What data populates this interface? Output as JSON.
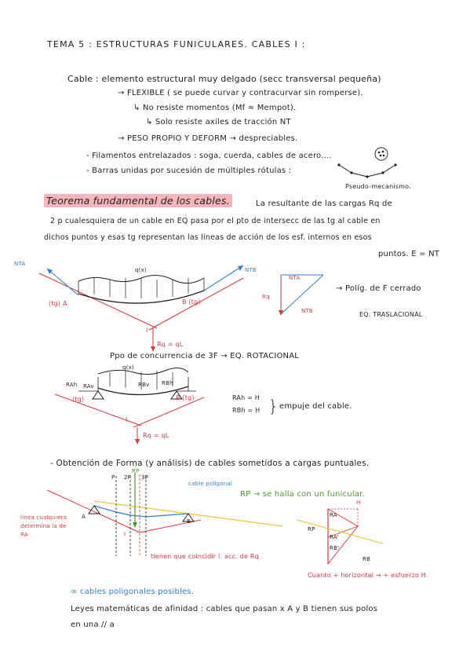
{
  "title": "TEMA 5 : ESTRUCTURAS FUNICULARES. CABLES I :",
  "cable": {
    "line1": "Cable : elemento estructural muy delgado (secc transversal pequeña)",
    "line2": "→ FLEXIBLE ( se puede curvar y contracurvar sin romperse).",
    "line3": "↳ No resiste momentos (Mf ≈ Mempot).",
    "line4": "↳ Solo resiste axiles de tracción NT",
    "line5": "→ PESO PROPIO Y DEFORM → despreciables.",
    "line6": "- Filamentos entrelazados : soga, cuerda, cables de acero....",
    "line7": "- Barras unidas por sucesión de múltiples rótulas :",
    "mechanism": "Pseudo-mecanismo."
  },
  "theorem": {
    "heading": "Teorema fundamental de los cables.",
    "line1": "La resultante de las cargas Rq de",
    "line2": "2 p cualesquiera de un cable en EQ pasa por el pto de intersecc de las tg al cable en",
    "line3": "dichos puntos y esas tg representan las líneas de acción de los esf. internos en esos",
    "line4": "puntos. E = NT"
  },
  "fig1": {
    "nta": "NTA",
    "ntb": "NTB",
    "load": "q(x)",
    "a": "(tg) A",
    "b": "B (tg)",
    "i": "I",
    "rq": "Rq = qL",
    "tri_nta": "NTA",
    "tri_rq": "Rq",
    "tri_ntb": "NTB",
    "polygon": "→ Políg. de F cerrado",
    "eq": "EQ. TRASLACIONAL"
  },
  "concurrence": "Ppo de concurrencia de 3F → EQ. ROTACIONAL",
  "fig2": {
    "load": "q(x)",
    "rah": "RAh",
    "rav": "RAv",
    "rbh": "RBh",
    "rbv": "RBv",
    "tga": "(tg)",
    "tgb": "B (tg)",
    "i": "I",
    "rq": "Rq = qL",
    "eq1": "RAh = H",
    "eq2": "RBh = H",
    "push": "empuje del cable."
  },
  "section3": {
    "heading": "- Obtención de Forma (y análisis) de cables sometidos a cargas puntuales.",
    "p1": "P",
    "p2": "2P",
    "p3": "3P",
    "rp": "RP",
    "cable_label": "cable poligonal",
    "rp_note": "RP → se halla con un funicular.",
    "line_note": "línea cualquiera determina la de RA",
    "a": "A",
    "b": "B",
    "i": "I",
    "coincide": "tienen que coincidir l. acc. de Rq",
    "tri_h": "H",
    "tri_rp": "RP",
    "tri_ra": "RA",
    "tri_rb": "RB",
    "tri_ra1": "RA'",
    "tri_rb1": "RB'",
    "bottom_note": "Cuanto + horizontal → + esfuerzo H."
  },
  "footer": {
    "line1": "∞ cables poligonales posibles.",
    "line2": "Leyes matemáticas de afinidad : cables que pasan x A y B tienen sus polos",
    "line3": "en una // a"
  },
  "colors": {
    "ink": "#1f1f1f",
    "blue": "#2f7fd4",
    "red": "#e2343a",
    "green": "#4a9a2a",
    "highlight": "#f7b5bb",
    "yellow": "#f2c230"
  }
}
